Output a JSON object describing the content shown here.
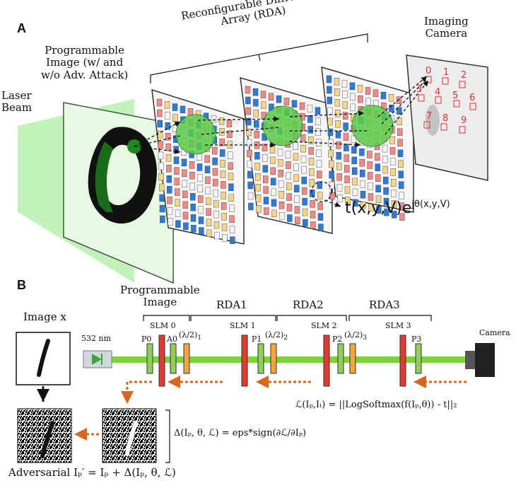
{
  "panel_a": {
    "label": "A",
    "laser": "Laser\nBeam",
    "programmable_image": "Programmable\nImage (w/ and\nw/o Adv. Attack)",
    "rda": "Reconfigurable Diffractive\nArray (RDA)",
    "camera": "Imaging\nCamera",
    "digits": [
      "0",
      "1",
      "2",
      "3",
      "4",
      "5",
      "6",
      "7",
      "8",
      "9"
    ],
    "formula": "t(x,y,V)e",
    "formula_exp": "jθ(x,y,V)"
  },
  "panel_b": {
    "label": "B",
    "programmable_image": "Programmable\nImage",
    "rda1": "RDA1",
    "rda2": "RDA2",
    "rda3": "RDA3",
    "image_x": "Image x",
    "wavelength": "532 nm",
    "slm0": "SLM 0",
    "slm1": "SLM 1",
    "slm2": "SLM 2",
    "slm3": "SLM 3",
    "p0": "P0",
    "a0": "A0",
    "p1": "P1",
    "p2": "P2",
    "p3": "P3",
    "hwp": "(λ/2)",
    "hwp1": "1",
    "hwp2": "2",
    "hwp3": "3",
    "camera": "Camera",
    "loss": "ℒ(Iₚ,Iₜ) = ||LogSoftmax(f(Iₚ,θ)) - t||₂",
    "delta": "Δ(Iₚ, θ, ℒ) = eps*sign(∂ℒ/∂Iₚ)",
    "adversarial": "Adversarial Iₚ′ = Iₚ + Δ(Iₚ, θ, ℒ)"
  },
  "colors": {
    "beam": "#7dd43a",
    "laser_sheet": "#b6f0b0",
    "pixel_blue": "#2f7ad8",
    "pixel_red": "#ef8a86",
    "pixel_yellow": "#f6d58a",
    "slm_red": "#e23b34",
    "pol_green": "#8fcf5a",
    "hwp_orange": "#f0a640",
    "arrow_orange": "#d9661c",
    "camera_digits": "#e03030"
  }
}
